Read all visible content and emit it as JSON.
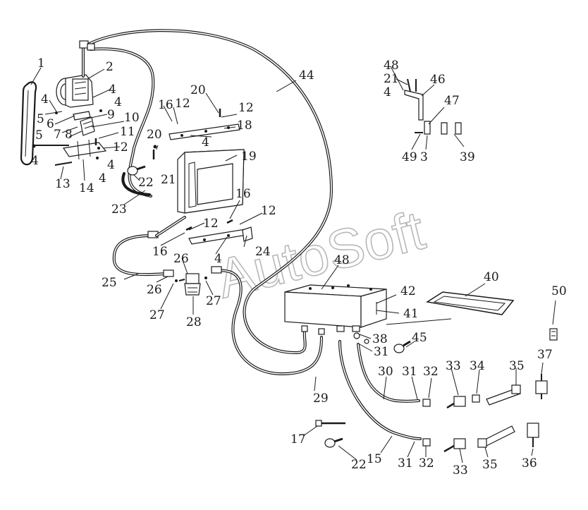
{
  "watermark": "AutoSoft",
  "callouts": [
    {
      "id": "c1",
      "label": "1"
    },
    {
      "id": "c2",
      "label": "2"
    },
    {
      "id": "c4a",
      "label": "4"
    },
    {
      "id": "c4b",
      "label": "4"
    },
    {
      "id": "c4c",
      "label": "4"
    },
    {
      "id": "c5a",
      "label": "5"
    },
    {
      "id": "c6",
      "label": "6"
    },
    {
      "id": "c9",
      "label": "9"
    },
    {
      "id": "c7",
      "label": "7"
    },
    {
      "id": "c8",
      "label": "8"
    },
    {
      "id": "c10",
      "label": "10"
    },
    {
      "id": "c5b",
      "label": "5"
    },
    {
      "id": "c11",
      "label": "11"
    },
    {
      "id": "c12a",
      "label": "12"
    },
    {
      "id": "c4d",
      "label": "4"
    },
    {
      "id": "c4e",
      "label": "4"
    },
    {
      "id": "c13",
      "label": "13"
    },
    {
      "id": "c14",
      "label": "14"
    },
    {
      "id": "c4f",
      "label": "4"
    },
    {
      "id": "c16a",
      "label": "16"
    },
    {
      "id": "c12b",
      "label": "12"
    },
    {
      "id": "c20a",
      "label": "20"
    },
    {
      "id": "c12c",
      "label": "12"
    },
    {
      "id": "c18",
      "label": "18"
    },
    {
      "id": "c4g",
      "label": "4"
    },
    {
      "id": "c20b",
      "label": "20"
    },
    {
      "id": "c19",
      "label": "19"
    },
    {
      "id": "c22a",
      "label": "22"
    },
    {
      "id": "c21a",
      "label": "21"
    },
    {
      "id": "c23",
      "label": "23"
    },
    {
      "id": "c16b",
      "label": "16"
    },
    {
      "id": "c12d",
      "label": "12"
    },
    {
      "id": "c12e",
      "label": "12"
    },
    {
      "id": "c16c",
      "label": "16"
    },
    {
      "id": "c4h",
      "label": "4"
    },
    {
      "id": "c24",
      "label": "24"
    },
    {
      "id": "c26a",
      "label": "26"
    },
    {
      "id": "c25",
      "label": "25"
    },
    {
      "id": "c26b",
      "label": "26"
    },
    {
      "id": "c27a",
      "label": "27"
    },
    {
      "id": "c27b",
      "label": "27"
    },
    {
      "id": "c28",
      "label": "28"
    },
    {
      "id": "c44",
      "label": "44"
    },
    {
      "id": "c48a",
      "label": "48"
    },
    {
      "id": "c21b",
      "label": "21"
    },
    {
      "id": "c46",
      "label": "46"
    },
    {
      "id": "c4i",
      "label": "4"
    },
    {
      "id": "c47",
      "label": "47"
    },
    {
      "id": "c49",
      "label": "49"
    },
    {
      "id": "c3",
      "label": "3"
    },
    {
      "id": "c39",
      "label": "39"
    },
    {
      "id": "c48b",
      "label": "48"
    },
    {
      "id": "c40",
      "label": "40"
    },
    {
      "id": "c42",
      "label": "42"
    },
    {
      "id": "c41",
      "label": "41"
    },
    {
      "id": "c50",
      "label": "50"
    },
    {
      "id": "c38",
      "label": "38"
    },
    {
      "id": "c45",
      "label": "45"
    },
    {
      "id": "c31a",
      "label": "31"
    },
    {
      "id": "c37",
      "label": "37"
    },
    {
      "id": "c30",
      "label": "30"
    },
    {
      "id": "c31b",
      "label": "31"
    },
    {
      "id": "c32a",
      "label": "32"
    },
    {
      "id": "c33a",
      "label": "33"
    },
    {
      "id": "c34",
      "label": "34"
    },
    {
      "id": "c35a",
      "label": "35"
    },
    {
      "id": "c29",
      "label": "29"
    },
    {
      "id": "c17",
      "label": "17"
    },
    {
      "id": "c22b",
      "label": "22"
    },
    {
      "id": "c15",
      "label": "15"
    },
    {
      "id": "c31c",
      "label": "31"
    },
    {
      "id": "c32b",
      "label": "32"
    },
    {
      "id": "c33b",
      "label": "33"
    },
    {
      "id": "c35b",
      "label": "35"
    },
    {
      "id": "c36",
      "label": "36"
    }
  ]
}
